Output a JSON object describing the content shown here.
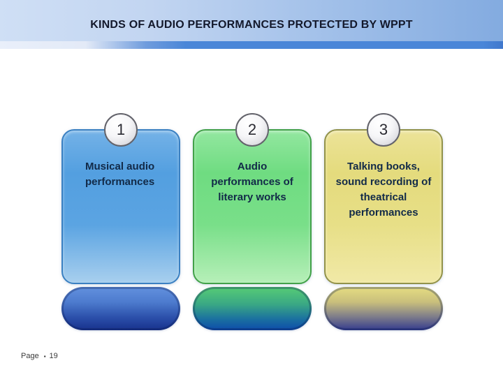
{
  "slide": {
    "title": "KINDS OF AUDIO PERFORMANCES PROTECTED BY WPPT",
    "footer": {
      "label": "Page",
      "bullet": "▪",
      "number": "19"
    }
  },
  "cards": [
    {
      "number": "1",
      "text": "Musical audio\nperformances",
      "card_color": "#54a0e0",
      "border_color": "#3a80c2",
      "pill_top_color": "#6291de",
      "pill_bottom_color": "#17318c"
    },
    {
      "number": "2",
      "text": "Audio\nperformances of\nliterary works",
      "card_color": "#74de84",
      "border_color": "#42a149",
      "pill_top_color": "#57cc75",
      "pill_bottom_color": "#0e4cab"
    },
    {
      "number": "3",
      "text": "Talking books,\nsound recording of\ntheatrical\nperformances",
      "card_color": "#e5dc80",
      "border_color": "#92924a",
      "pill_top_color": "#e6dd82",
      "pill_bottom_color": "#343b8e"
    }
  ],
  "colors": {
    "header_left": "#cfdff5",
    "header_right": "#83abe0",
    "accent_stripe": "#4a86d8",
    "card_text": "#122a48",
    "title_text": "#13182b",
    "badge_fill": "#f2f2f5"
  }
}
